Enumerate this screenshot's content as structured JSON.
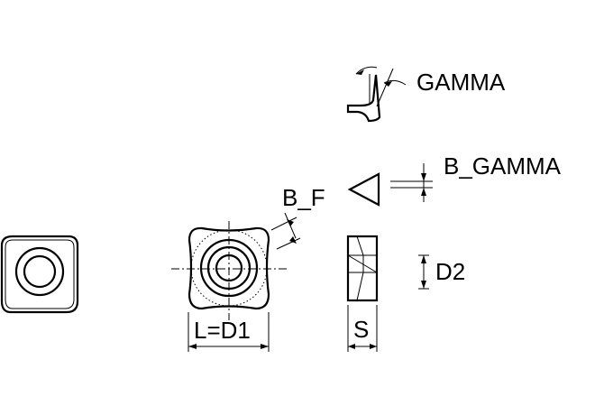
{
  "labels": {
    "gamma": "GAMMA",
    "b_gamma": "B_GAMMA",
    "b_f": "B_F",
    "d2": "D2",
    "l_d1": "L=D1",
    "s": "S"
  }
}
